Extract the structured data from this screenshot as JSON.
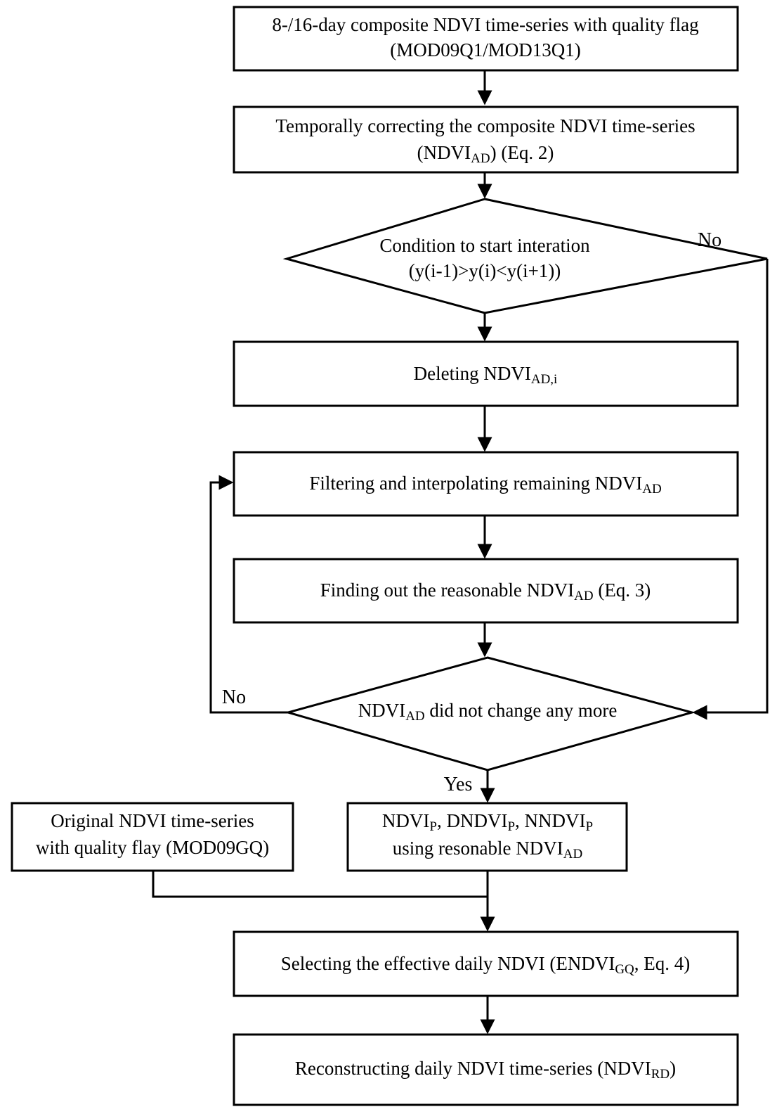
{
  "diagram": {
    "title": "NDVI daily time-series reconstruction flowchart",
    "colors": {
      "stroke": "#000000",
      "fill": "#ffffff",
      "text": "#000000"
    },
    "nodes": [
      {
        "id": "input-composite",
        "type": "process",
        "lines": [
          {
            "parts": [
              {
                "t": "8-/16-day composite NDVI time-series with quality flag"
              }
            ]
          },
          {
            "parts": [
              {
                "t": "(MOD09Q1/MOD13Q1)"
              }
            ]
          }
        ]
      },
      {
        "id": "temporal-correct",
        "type": "process",
        "lines": [
          {
            "parts": [
              {
                "t": "Temporally correcting the composite NDVI time-series"
              }
            ]
          },
          {
            "parts": [
              {
                "t": "(NDVI"
              },
              {
                "t": "AD",
                "sub": true
              },
              {
                "t": ") (Eq. 2)"
              }
            ]
          }
        ]
      },
      {
        "id": "condition-start-iteration",
        "type": "decision",
        "lines": [
          {
            "parts": [
              {
                "t": "Condition to start interation"
              }
            ]
          },
          {
            "parts": [
              {
                "t": "(y(i-1)>y(i)<y(i+1))"
              }
            ]
          }
        ]
      },
      {
        "id": "deleting-ndvi",
        "type": "process",
        "lines": [
          {
            "parts": [
              {
                "t": "Deleting NDVI"
              },
              {
                "t": "AD,i",
                "sub": true
              }
            ]
          }
        ]
      },
      {
        "id": "filter-interpolate",
        "type": "process",
        "lines": [
          {
            "parts": [
              {
                "t": "Filtering and interpolating remaining NDVI"
              },
              {
                "t": "AD",
                "sub": true
              }
            ]
          }
        ]
      },
      {
        "id": "find-reasonable",
        "type": "process",
        "lines": [
          {
            "parts": [
              {
                "t": "Finding out the reasonable NDVI"
              },
              {
                "t": "AD",
                "sub": true
              },
              {
                "t": " (Eq. 3)"
              }
            ]
          }
        ]
      },
      {
        "id": "no-change-check",
        "type": "decision",
        "lines": [
          {
            "parts": [
              {
                "t": "NDVI"
              },
              {
                "t": "AD",
                "sub": true
              },
              {
                "t": " did not change any more"
              }
            ]
          }
        ]
      },
      {
        "id": "original-ndvi-source",
        "type": "process",
        "lines": [
          {
            "parts": [
              {
                "t": "Original NDVI time-series"
              }
            ]
          },
          {
            "parts": [
              {
                "t": "with quality flay (MOD09GQ)"
              }
            ]
          }
        ]
      },
      {
        "id": "ndvi-parameters",
        "type": "process",
        "lines": [
          {
            "parts": [
              {
                "t": "NDVI"
              },
              {
                "t": "P",
                "sub": true
              },
              {
                "t": ", DNDVI"
              },
              {
                "t": "P",
                "sub": true
              },
              {
                "t": ", NNDVI"
              },
              {
                "t": "P",
                "sub": true
              }
            ]
          },
          {
            "parts": [
              {
                "t": "using resonable NDVI"
              },
              {
                "t": "AD",
                "sub": true
              }
            ]
          }
        ]
      },
      {
        "id": "select-effective-daily",
        "type": "process",
        "lines": [
          {
            "parts": [
              {
                "t": "Selecting the effective daily NDVI (ENDVI"
              },
              {
                "t": "GQ",
                "sub": true
              },
              {
                "t": ", Eq. 4)"
              }
            ]
          }
        ]
      },
      {
        "id": "reconstruct-daily",
        "type": "process",
        "lines": [
          {
            "parts": [
              {
                "t": "Reconstructing daily NDVI time-series (NDVI"
              },
              {
                "t": "RD",
                "sub": true
              },
              {
                "t": ")"
              }
            ]
          }
        ]
      }
    ],
    "edge_labels": [
      {
        "id": "no-label-top",
        "text": "No"
      },
      {
        "id": "no-label-left",
        "text": "No"
      },
      {
        "id": "yes-label",
        "text": "Yes"
      }
    ]
  }
}
